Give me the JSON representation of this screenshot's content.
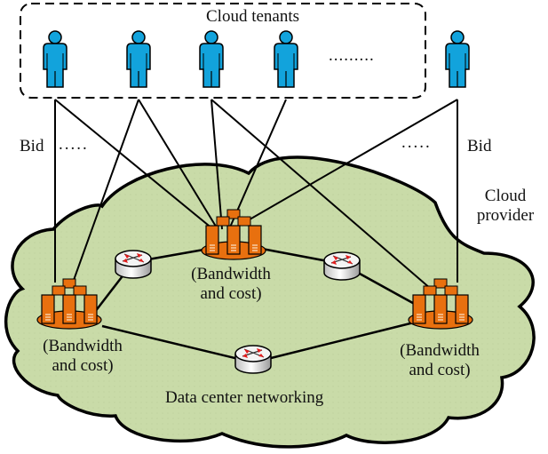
{
  "title": "Cloud tenants",
  "tenants": [
    {
      "id": "tenant-1"
    },
    {
      "id": "tenant-2"
    },
    {
      "id": "tenant-3"
    },
    {
      "id": "tenant-4"
    },
    {
      "id": "tenant-n"
    }
  ],
  "tenant_ellipsis": ".........",
  "bid_left": "Bid",
  "bid_right": "Bid",
  "bid_dots_left": ".....",
  "bid_dots_right": ".....",
  "provider_label": [
    "Cloud",
    "provider"
  ],
  "network_label": "Data center networking",
  "data_centers": [
    {
      "id": "dc-top",
      "label": [
        "(Bandwidth",
        "and cost)"
      ]
    },
    {
      "id": "dc-left",
      "label": [
        "(Bandwidth",
        "and cost)"
      ]
    },
    {
      "id": "dc-right",
      "label": [
        "(Bandwidth",
        "and cost)"
      ]
    }
  ],
  "routers": [
    {
      "id": "router-left"
    },
    {
      "id": "router-right"
    },
    {
      "id": "router-bottom"
    }
  ],
  "colors": {
    "tenant": "#12a3dc",
    "cloud_fill": "#c9dba8",
    "server": "#e8700f",
    "router_arrow": "#e21d1d",
    "line": "#000000"
  }
}
